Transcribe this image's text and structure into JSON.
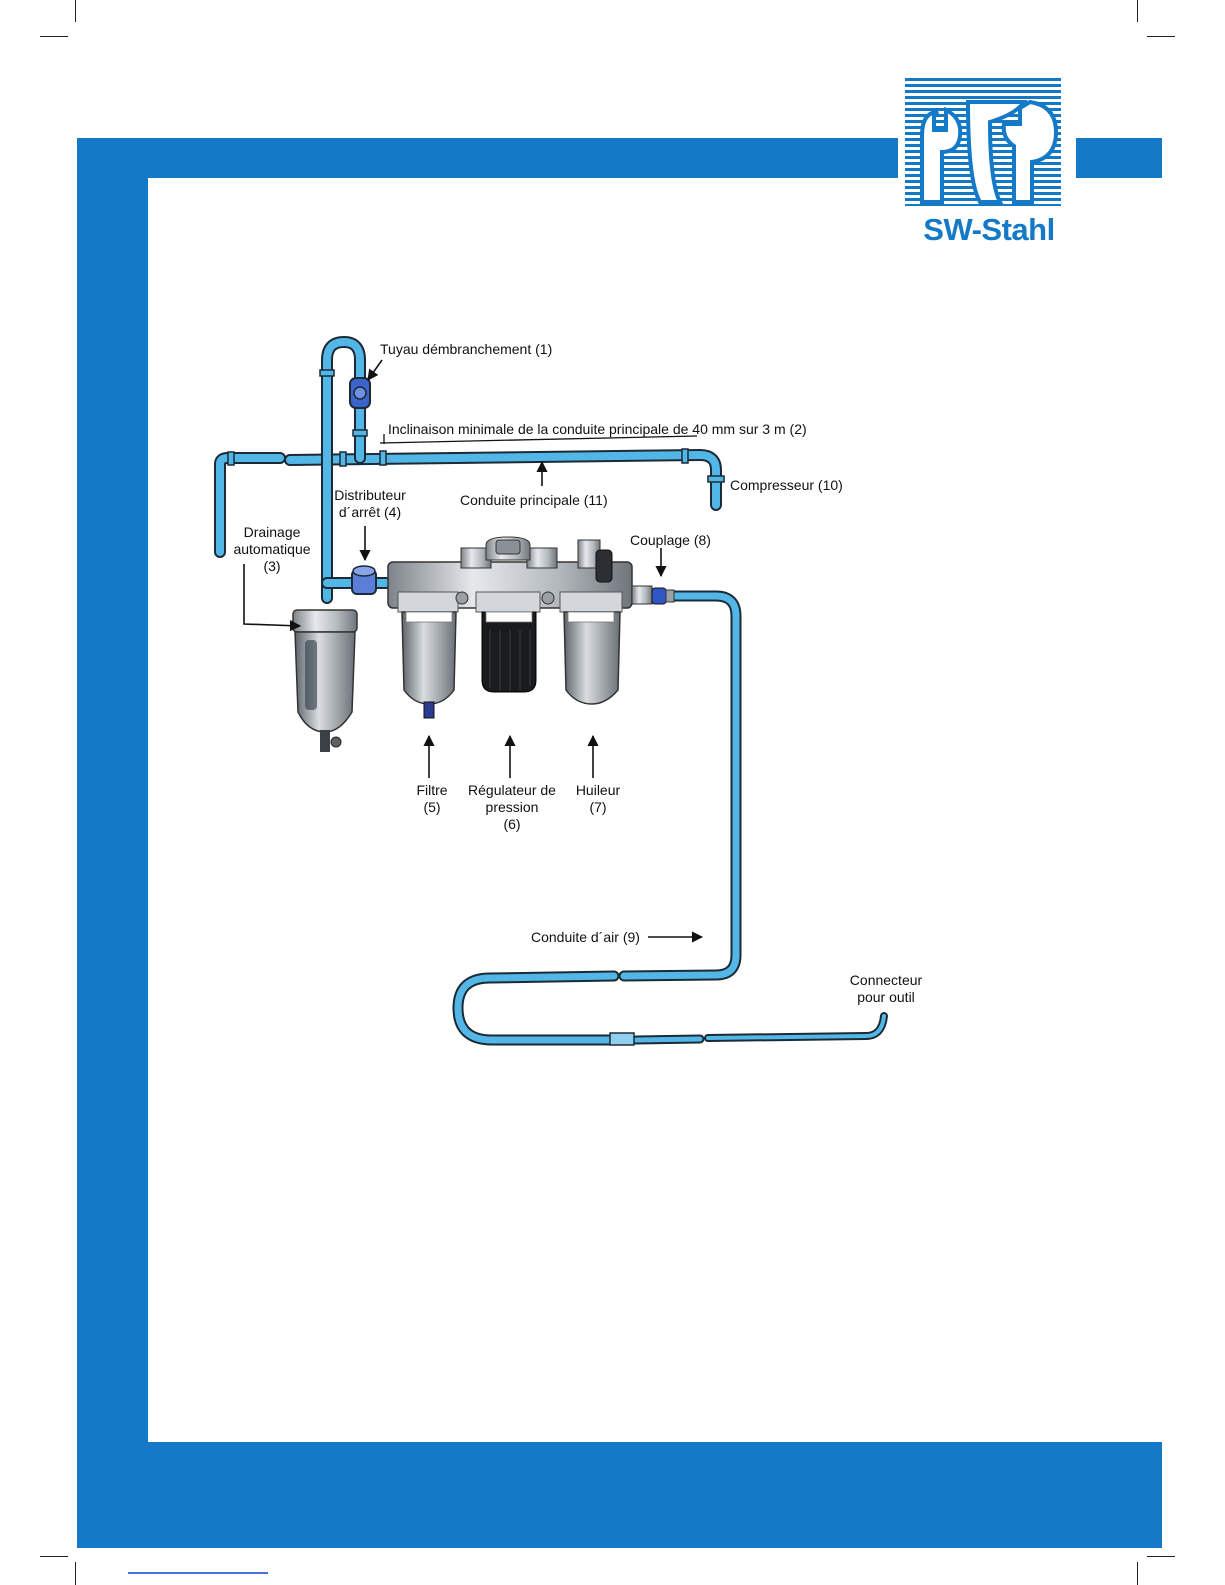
{
  "brand": {
    "name": "SW-Stahl",
    "color": "#1479c7"
  },
  "colors": {
    "frame": "#1479c7",
    "pipe": "#52b7e6",
    "pipe_outline": "#1c2a36",
    "unit_body": "#c8ccd0"
  },
  "labels": {
    "branch_pipe": "Tuyau démbranchement (1)",
    "slope": "Inclinaison minimale de la conduite principale de 40 mm sur 3 m (2)",
    "drain_line1": "Drainage",
    "drain_line2": "automatique",
    "drain_line3": "(3)",
    "shutoff_line1": "Distributeur",
    "shutoff_line2": "d´arrêt (4)",
    "filter_line1": "Filtre",
    "filter_line2": "(5)",
    "regulator_line1": "Régulateur de",
    "regulator_line2": "pression",
    "regulator_line3": "(6)",
    "oiler_line1": "Huileur",
    "oiler_line2": "(7)",
    "coupling": "Couplage (8)",
    "air_line": "Conduite d´air (9)",
    "compressor": "Compresseur (10)",
    "main_line": "Conduite principale (11)",
    "tool_line1": "Connecteur",
    "tool_line2": "pour outil"
  }
}
